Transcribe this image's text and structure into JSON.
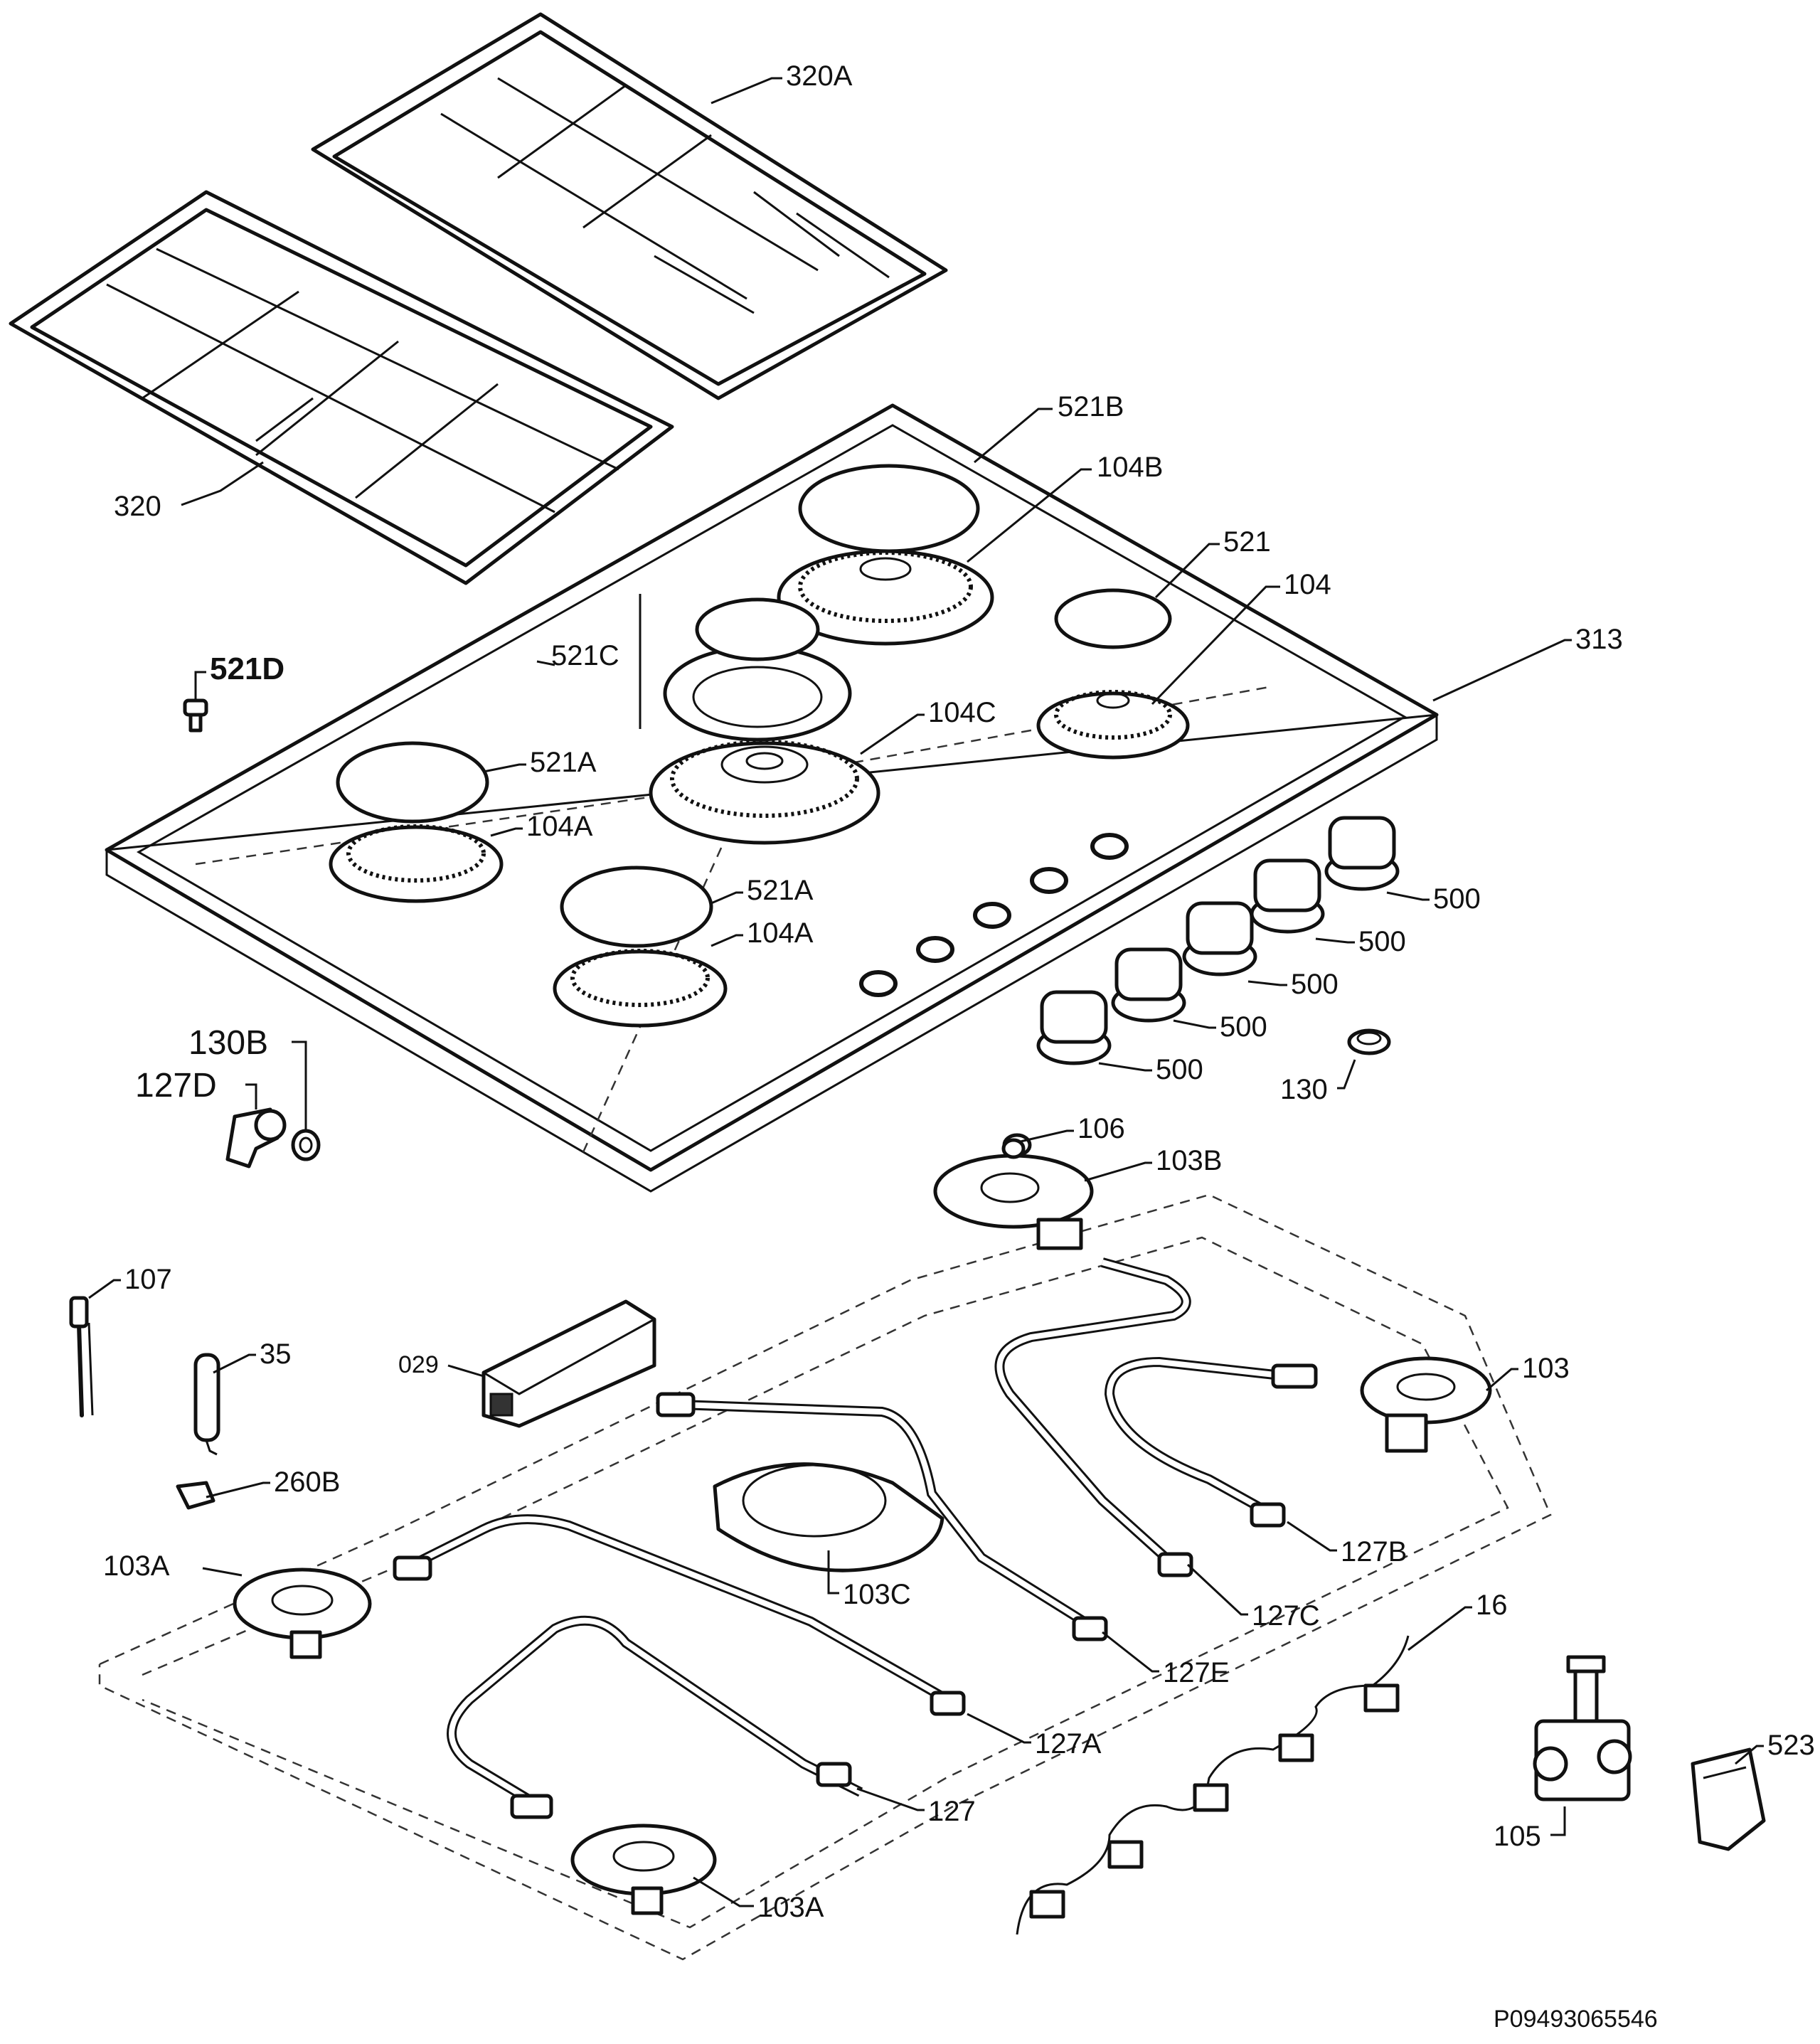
{
  "labels": {
    "l320a": "320A",
    "l320": "320",
    "l521b": "521B",
    "l104b": "104B",
    "l521": "521",
    "l104": "104",
    "l313": "313",
    "l521c": "521C",
    "l104c": "104C",
    "l521d": "521D",
    "l521a1": "521A",
    "l104a1": "104A",
    "l521a2": "521A",
    "l104a2": "104A",
    "l500a": "500",
    "l500b": "500",
    "l500c": "500",
    "l500d": "500",
    "l500e": "500",
    "l130b": "130B",
    "l127d": "127D",
    "l130": "130",
    "l106": "106",
    "l103b": "103B",
    "l107": "107",
    "l35": "35",
    "l029": "029",
    "l103": "103",
    "l260b": "260B",
    "l103a1": "103A",
    "l103c": "103C",
    "l127b": "127B",
    "l127c": "127C",
    "l127e": "127E",
    "l16": "16",
    "l523": "523",
    "l127a": "127A",
    "l127": "127",
    "l105": "105",
    "l103a2": "103A"
  },
  "drawing_code": "P09493065546"
}
